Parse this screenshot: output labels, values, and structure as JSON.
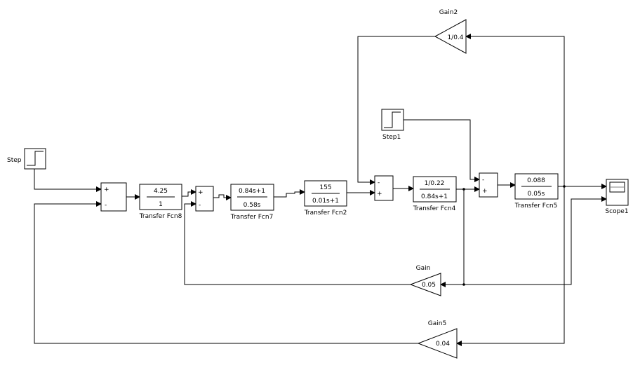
{
  "blocks": {
    "step": {
      "label": "Step"
    },
    "step1": {
      "label": "Step1"
    },
    "tf8": {
      "label": "Transfer Fcn8",
      "num": "4.25",
      "den": "1"
    },
    "tf7": {
      "label": "Transfer Fcn7",
      "num": "0.84s+1",
      "den": "0.58s"
    },
    "tf2": {
      "label": "Transfer Fcn2",
      "num": "155",
      "den": "0.01s+1"
    },
    "tf4": {
      "label": "Transfer Fcn4",
      "num": "1/0.22",
      "den": "0.84s+1"
    },
    "tf5": {
      "label": "Transfer Fcn5",
      "num": "0.088",
      "den": "0.05s"
    },
    "gain": {
      "label": "Gain",
      "value": "0.05"
    },
    "gain2": {
      "label": "Gain2",
      "value": "1/0.4"
    },
    "gain5": {
      "label": "Gain5",
      "value": "0.04"
    },
    "scope1": {
      "label": "Scope1"
    }
  },
  "sum_signs": {
    "sum1": [
      "+",
      "-"
    ],
    "sum2": [
      "+",
      "-"
    ],
    "sum3": [
      "-",
      "+"
    ],
    "sum4": [
      "-",
      "+"
    ]
  }
}
